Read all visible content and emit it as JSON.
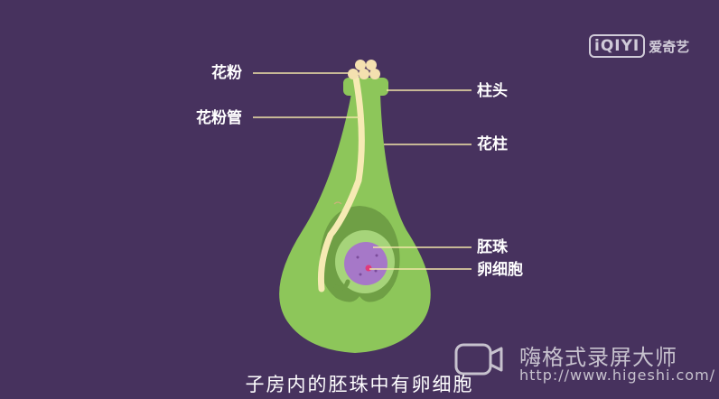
{
  "labels": {
    "pollen": "花粉",
    "stigma": "柱头",
    "pollen_tube": "花粉管",
    "style": "花柱",
    "ovule": "胚珠",
    "egg_cell": "卵细胞"
  },
  "logo": {
    "badge": "iQIYI",
    "text": "爱奇艺"
  },
  "subtitle": "子房内的胚珠中有卵细胞",
  "watermark": {
    "title": "嗨格式录屏大师",
    "url": "http://www.higeshi.com/"
  },
  "colors": {
    "background": "#47325e",
    "pistil": "#8dc65a",
    "ovary_cavity": "#6f9f45",
    "pollen_tube": "#f6eab4",
    "egg_cell": "#a678c8",
    "leader_line": "#f2e5a8"
  }
}
